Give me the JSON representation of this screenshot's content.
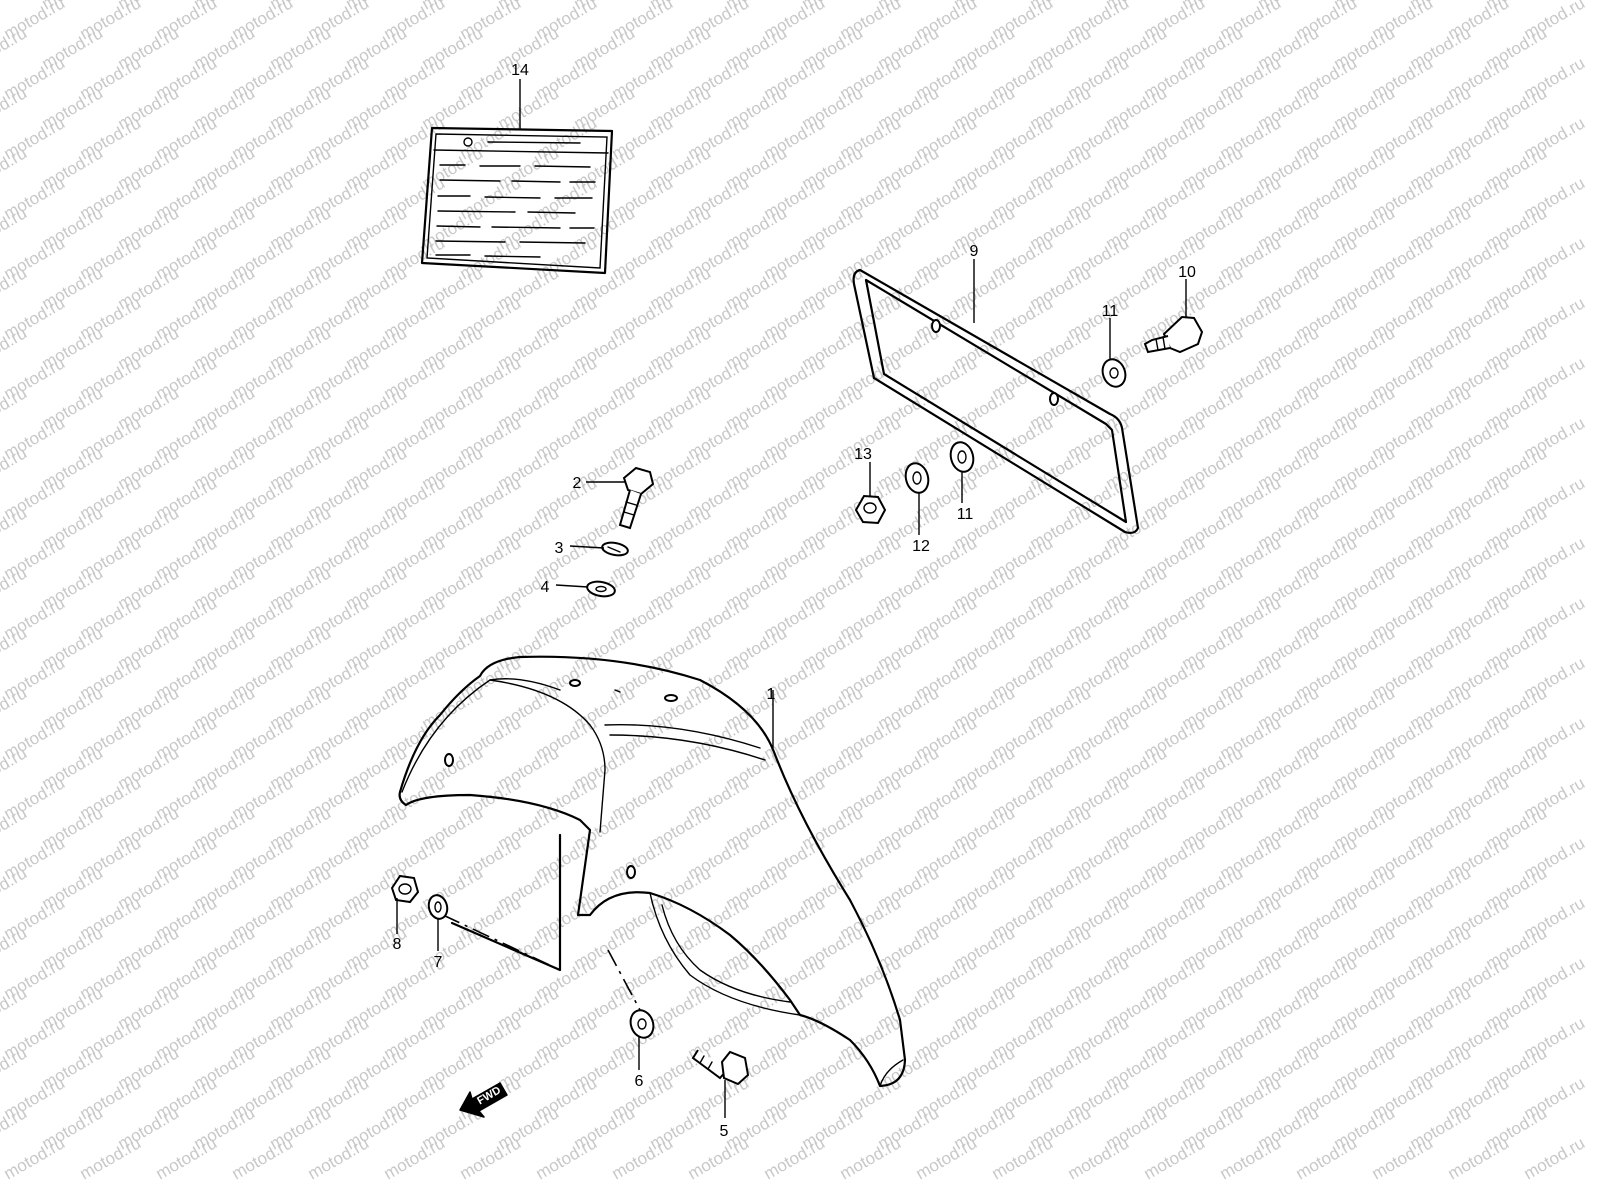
{
  "watermark": {
    "text": "motod.ru",
    "color": "#c8c8c8"
  },
  "direction_arrow": {
    "label": "FWD"
  },
  "callouts": [
    {
      "part": "rear-fender",
      "number": "1"
    },
    {
      "part": "bolt",
      "number": "2"
    },
    {
      "part": "spring-washer",
      "number": "3"
    },
    {
      "part": "washer",
      "number": "4"
    },
    {
      "part": "lower-bolt",
      "number": "5"
    },
    {
      "part": "lower-washer",
      "number": "6"
    },
    {
      "part": "washer-left",
      "number": "7"
    },
    {
      "part": "nut-left",
      "number": "8"
    },
    {
      "part": "license-plate-frame",
      "number": "9"
    },
    {
      "part": "plate-bolt",
      "number": "10"
    },
    {
      "part": "plate-washer-upper",
      "number": "11"
    },
    {
      "part": "plate-washer-lower",
      "number": "11"
    },
    {
      "part": "plate-washer-spring",
      "number": "12"
    },
    {
      "part": "plate-nut",
      "number": "13"
    },
    {
      "part": "label-sticker",
      "number": "14"
    }
  ]
}
